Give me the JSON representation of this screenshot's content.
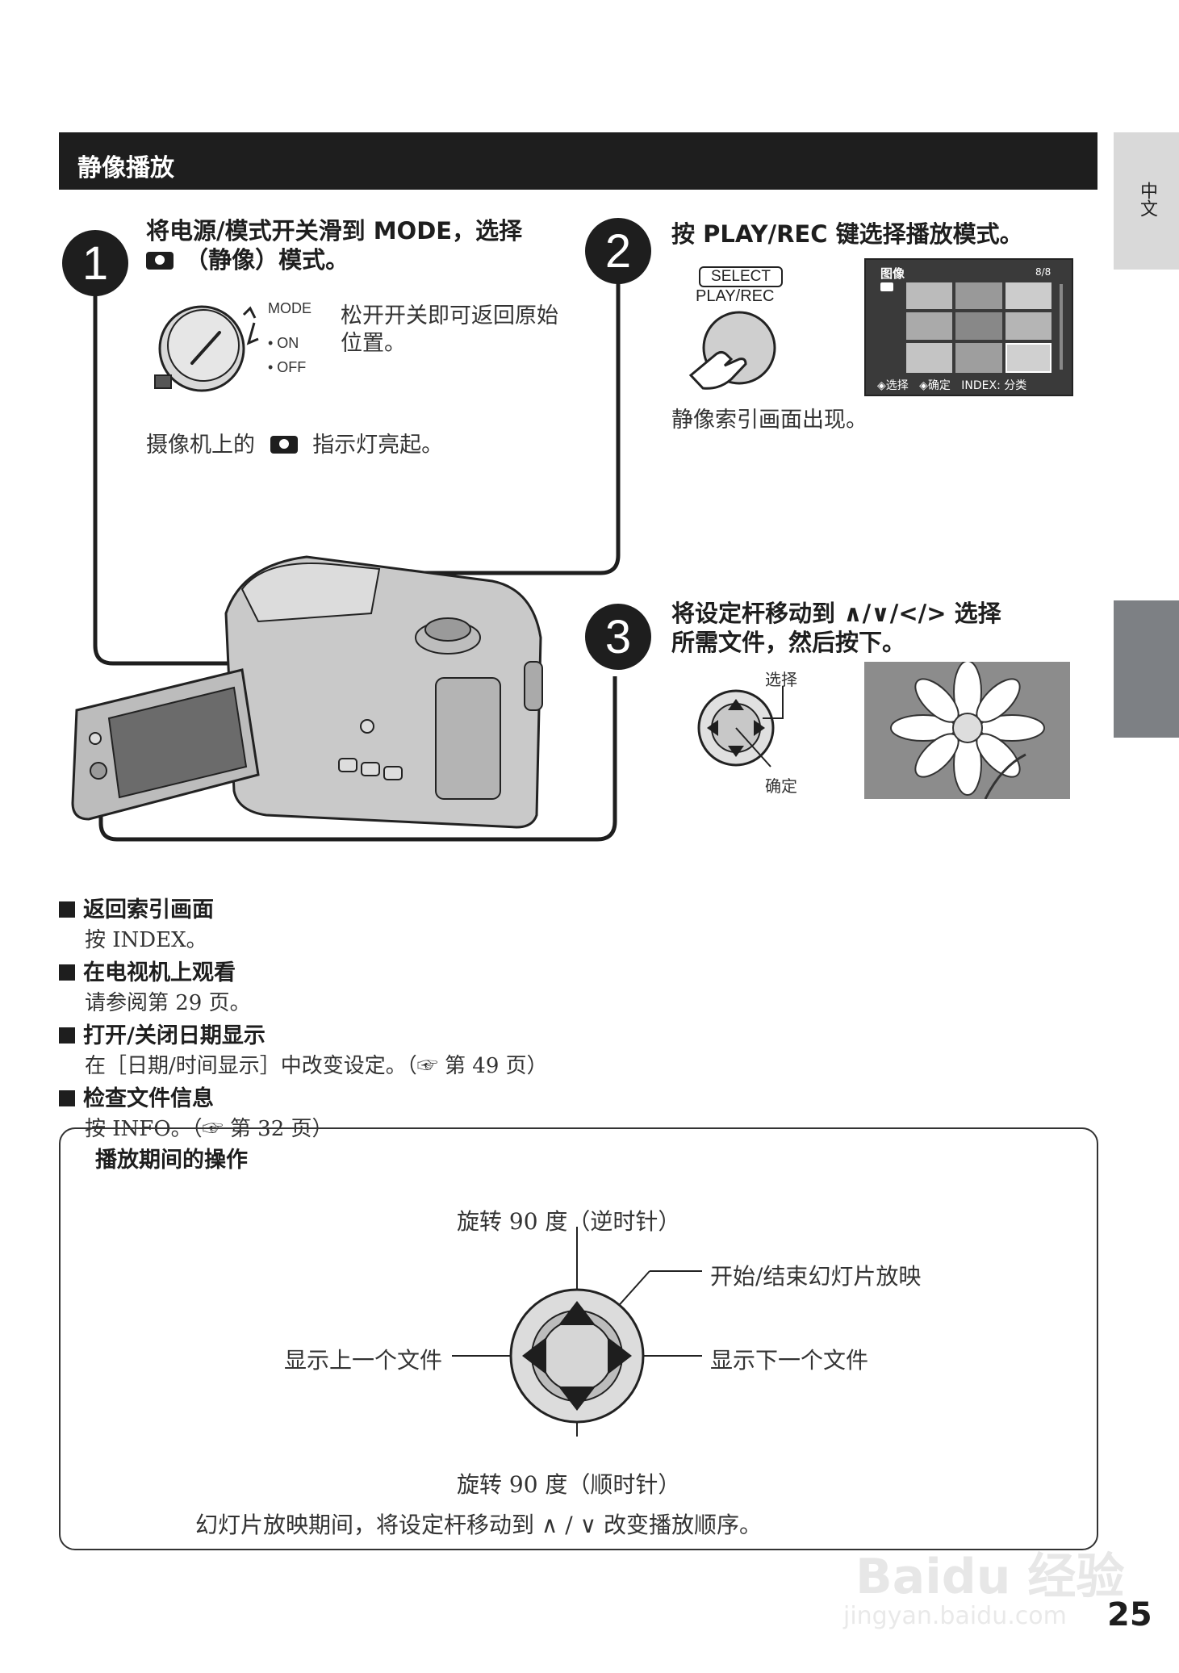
{
  "header": {
    "title": "静像播放"
  },
  "side_tab": {
    "label": "中文"
  },
  "steps": [
    {
      "number": "1",
      "line1": "将电源/模式开关滑到 MODE，选择",
      "line2": "（静像）模式。"
    },
    {
      "number": "2",
      "line1": "按 PLAY/REC 键选择播放模式。"
    },
    {
      "number": "3",
      "line1": "将设定杆移动到 ∧/∨/</> 选择",
      "line2": "所需文件，然后按下。"
    }
  ],
  "step1": {
    "switch_labels": {
      "mode": "MODE",
      "on": "• ON",
      "off": "• OFF"
    },
    "release_note": "松开开关即可返回原始位置。",
    "lamp_note_before": "摄像机上的",
    "lamp_note_after": "指示灯亮起。"
  },
  "step2": {
    "button_top": "SELECT",
    "button_bottom": "PLAY/REC",
    "lcd_title": "图像",
    "lcd_counter": "8/8",
    "lcd_footer": [
      "◈选择",
      "◈确定",
      "INDEX: 分类"
    ],
    "result": "静像索引画面出现。"
  },
  "step3": {
    "label_select": "选择",
    "label_confirm": "确定"
  },
  "tips": [
    {
      "title": "返回索引画面",
      "body": "按 INDEX。"
    },
    {
      "title": "在电视机上观看",
      "body": "请参阅第 29 页。"
    },
    {
      "title": "打开/关闭日期显示",
      "body": "在［日期/时间显示］中改变设定。（☞ 第 49 页）"
    },
    {
      "title": "检查文件信息",
      "body": "按 INFO。（☞ 第 32 页）"
    }
  ],
  "ops": {
    "title": "播放期间的操作",
    "up": "旋转 90 度（逆时针）",
    "down": "旋转 90 度（顺时针）",
    "left": "显示上一个文件",
    "right": "显示下一个文件",
    "center": "开始/结束幻灯片放映",
    "footer": "幻灯片放映期间，将设定杆移动到 ∧ / ∨ 改变播放顺序。"
  },
  "page_number": "25",
  "watermark": {
    "logo": "Baidu 经验",
    "url": "jingyan.baidu.com"
  }
}
